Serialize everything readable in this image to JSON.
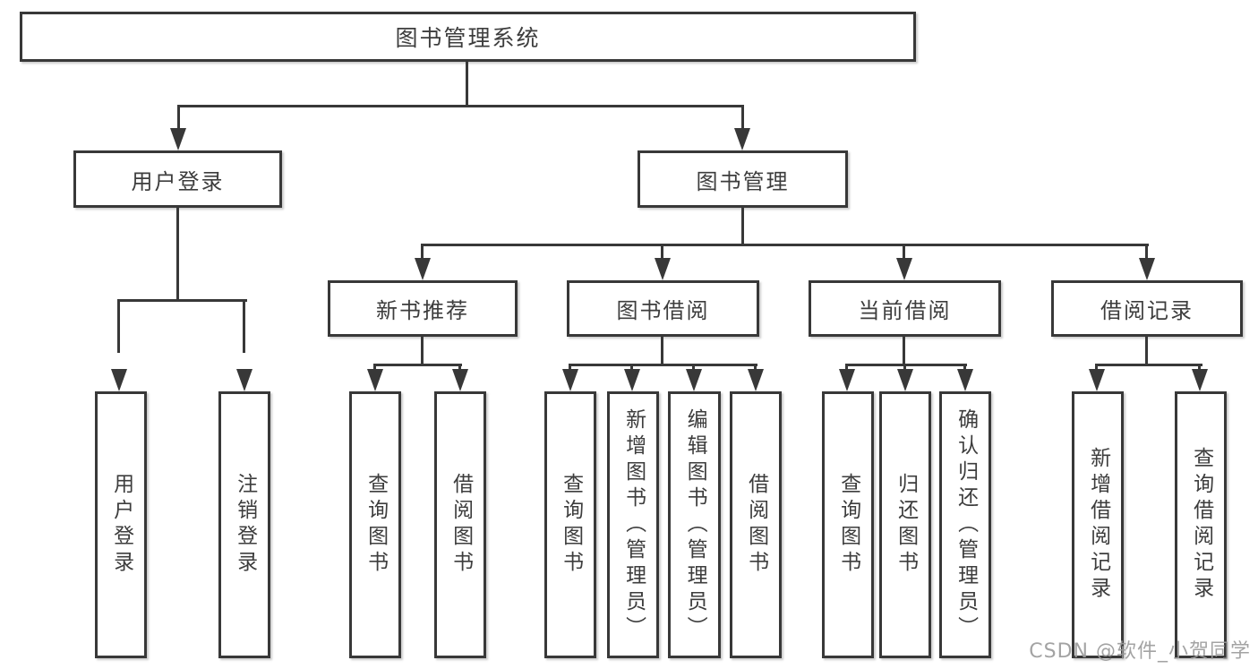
{
  "diagram": {
    "root": "图书管理系统",
    "level2": [
      "用户登录",
      "图书管理"
    ],
    "level3": [
      "新书推荐",
      "图书借阅",
      "当前借阅",
      "借阅记录"
    ],
    "leaves": [
      "用户登录",
      "注销登录",
      "查询图书",
      "借阅图书",
      "查询图书",
      "新增图书（管理员）",
      "编辑图书（管理员）",
      "借阅图书",
      "查询图书",
      "归还图书",
      "确认归还（管理员）",
      "新增借阅记录",
      "查询借阅记录"
    ],
    "hierarchy": {
      "图书管理系统": {
        "用户登录": [
          "用户登录",
          "注销登录"
        ],
        "图书管理": {
          "新书推荐": [
            "查询图书",
            "借阅图书"
          ],
          "图书借阅": [
            "查询图书",
            "新增图书（管理员）",
            "编辑图书（管理员）",
            "借阅图书"
          ],
          "当前借阅": [
            "查询图书",
            "归还图书",
            "确认归还（管理员）"
          ],
          "借阅记录": [
            "新增借阅记录",
            "查询借阅记录"
          ]
        }
      }
    },
    "colors": {
      "line": "#383838",
      "text": "#3d3d3d",
      "box_background": "#ffffff",
      "page_background": "#ffffff"
    }
  },
  "watermark": {
    "text": "CSDN @软件_小贺同学",
    "color": "#9c9c9c"
  }
}
